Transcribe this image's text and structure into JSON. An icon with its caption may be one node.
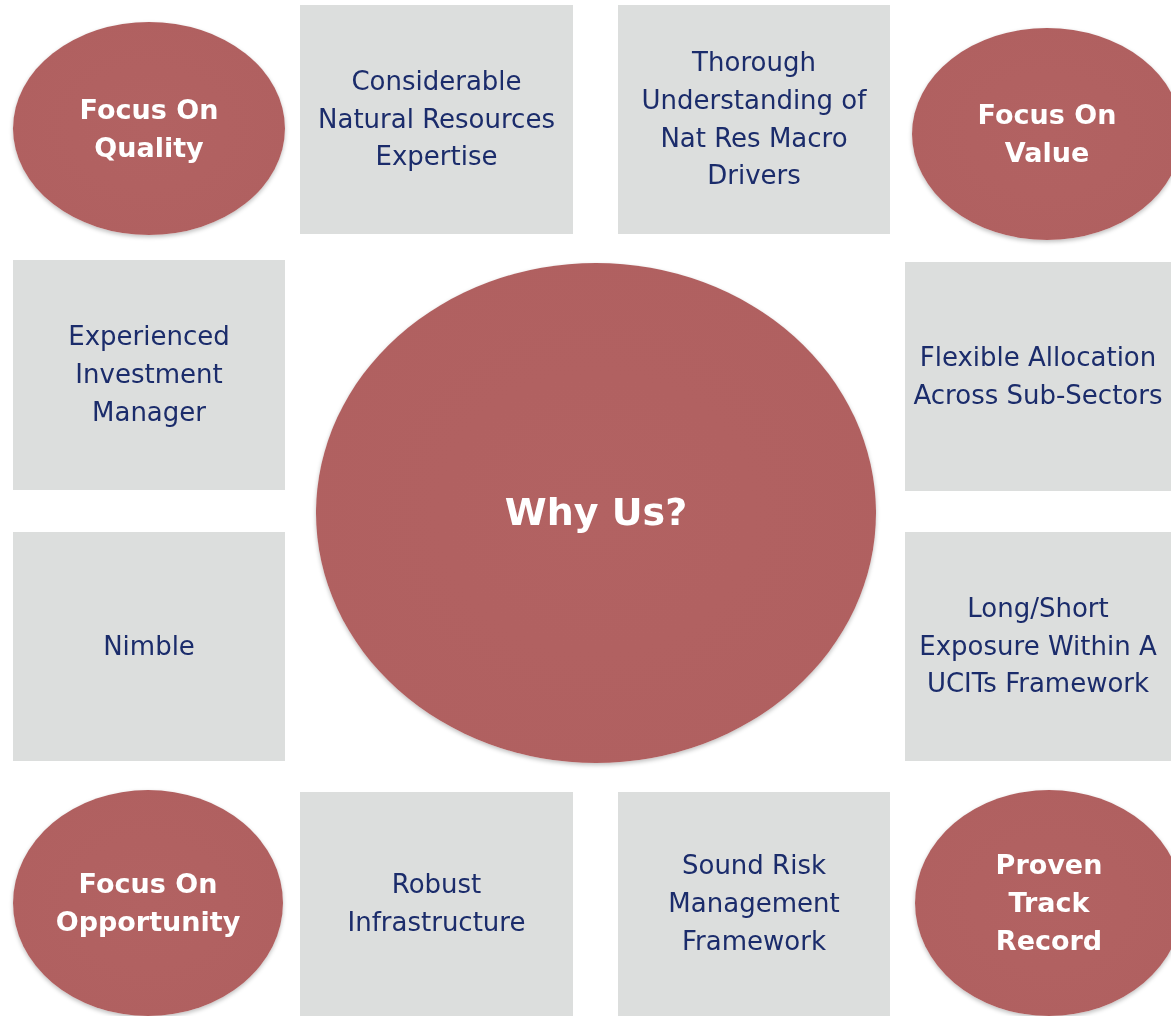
{
  "diagram": {
    "nodes": [
      {
        "text": [
          "Focus On Quality"
        ]
      },
      {
        "text": [
          "Considerable Natural Resources Expertise"
        ]
      },
      {
        "text": [
          "Thorough Understanding of Nat Res Macro Drivers"
        ]
      },
      {
        "text": [
          "Focus On Value"
        ]
      },
      {
        "text": [
          "Experienced Investment Manager"
        ]
      },
      {
        "text": [
          "Why Us?"
        ]
      },
      {
        "text": [
          "Flexible Allocation Across Sub-Sectors"
        ]
      },
      {
        "text": [
          "Nimble"
        ]
      },
      {
        "text": [
          "Long/Short Exposure Within A UCITs Framework"
        ]
      },
      {
        "text": [
          "Focus On Opportunity"
        ]
      },
      {
        "text": [
          "Robust Infrastructure"
        ]
      },
      {
        "text": [
          "Sound Risk Management Framework"
        ]
      },
      {
        "text": [
          "Proven Track Record"
        ]
      }
    ]
  }
}
